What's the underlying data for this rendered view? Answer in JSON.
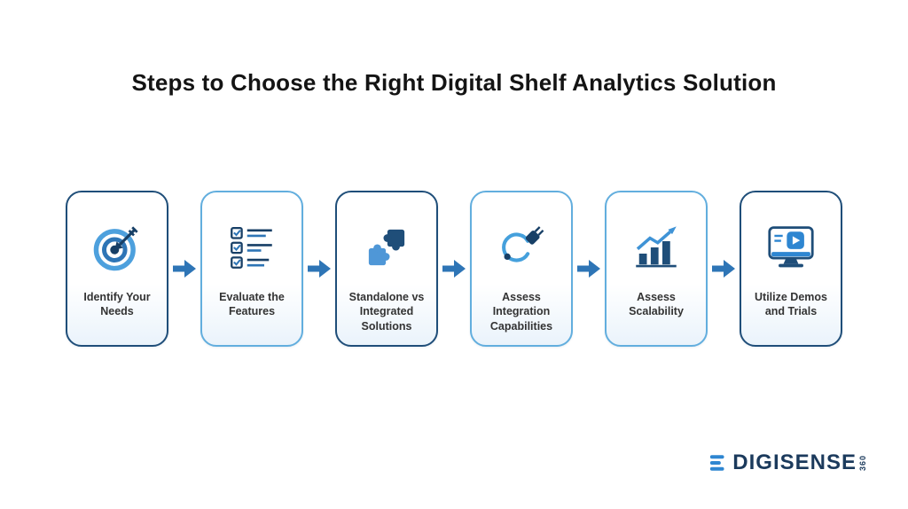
{
  "page": {
    "title": "Steps to Choose the Right Digital Shelf Analytics Solution"
  },
  "steps": [
    {
      "label": "Identify Your Needs",
      "icon": "target-dart-icon"
    },
    {
      "label": "Evaluate the Features",
      "icon": "checklist-icon"
    },
    {
      "label": "Standalone vs Integrated Solutions",
      "icon": "puzzle-pieces-icon"
    },
    {
      "label": "Assess Integration Capabilities",
      "icon": "plug-cable-icon"
    },
    {
      "label": "Assess Scalability",
      "icon": "growth-bars-icon"
    },
    {
      "label": "Utilize Demos and Trials",
      "icon": "demo-monitor-icon"
    }
  ],
  "logo": {
    "brand": "DIGISENSE",
    "suffix": "360"
  },
  "colors": {
    "accent_blue": "#2e86d1",
    "dark_navy": "#1f4e79",
    "icon_navy": "#173f66",
    "light_border_blue": "#62aede",
    "arrow_blue": "#2e75b6",
    "title_text": "#141414",
    "label_text": "#333333",
    "logo_navy": "#1b3a5c"
  }
}
